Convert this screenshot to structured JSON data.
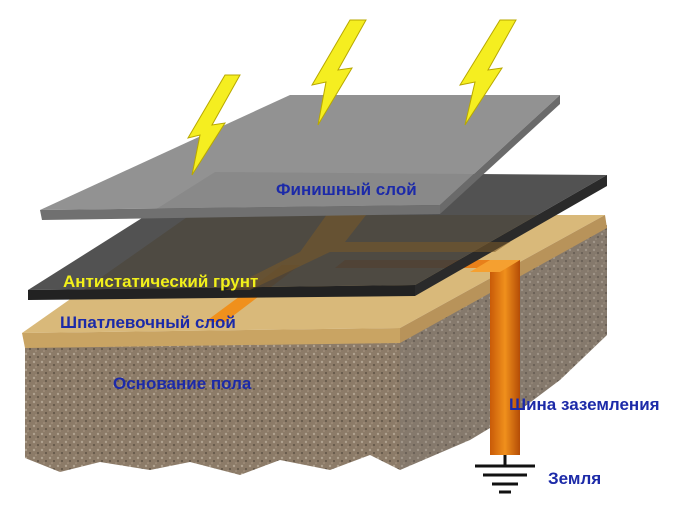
{
  "labels": {
    "finish_layer": "Финишный слой",
    "antistatic_primer": "Антистатический грунт",
    "putty_layer": "Шпатлевочный слой",
    "floor_base": "Основание пола",
    "grounding_bus": "Шина заземления",
    "earth": "Земля"
  },
  "colors": {
    "label_blue": "#1c2aa8",
    "label_yellow": "#f2f01a",
    "finish_plate": "#8a8a8a",
    "primer_plate": "#3a3a3a",
    "copper_strip": "#e87a10",
    "sand": "#d8b878",
    "stone": "#8a7a68",
    "lightning": "#f5ee20"
  }
}
